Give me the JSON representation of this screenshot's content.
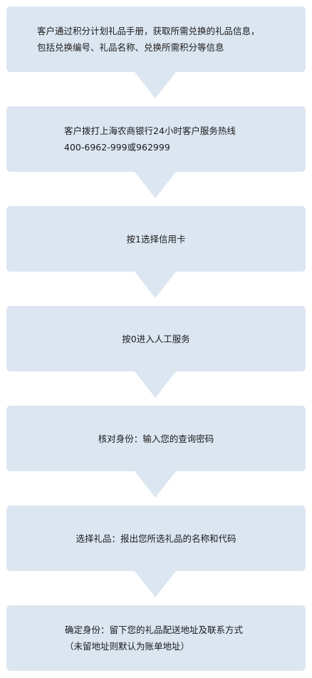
{
  "steps": [
    {
      "lines": [
        "客户通过积分计划礼品手册，获取所需兑换的礼品信息，",
        "包括兑换编号、礼品名称、兑换所需积分等信息"
      ]
    },
    {
      "lines": [
        "客户拨打上海农商银行24小时客户服务热线",
        "400-6962-999或962999"
      ]
    },
    {
      "lines": [
        "按1选择信用卡"
      ]
    },
    {
      "lines": [
        "按0进入人工服务"
      ]
    },
    {
      "lines": [
        "核对身份：输入您的查询密码"
      ]
    },
    {
      "lines": [
        "选择礼品：报出您所选礼品的名称和代码"
      ]
    },
    {
      "lines": [
        "确定身份：留下您的礼品配送地址及联系方式",
        "（未留地址则默认为账单地址）"
      ]
    }
  ],
  "colors": {
    "box_fill": "#dce6f1",
    "arrow_fill": "#dce6f1",
    "text": "#1a1a1a"
  },
  "icons": {
    "connector": "arrow-down-icon"
  }
}
